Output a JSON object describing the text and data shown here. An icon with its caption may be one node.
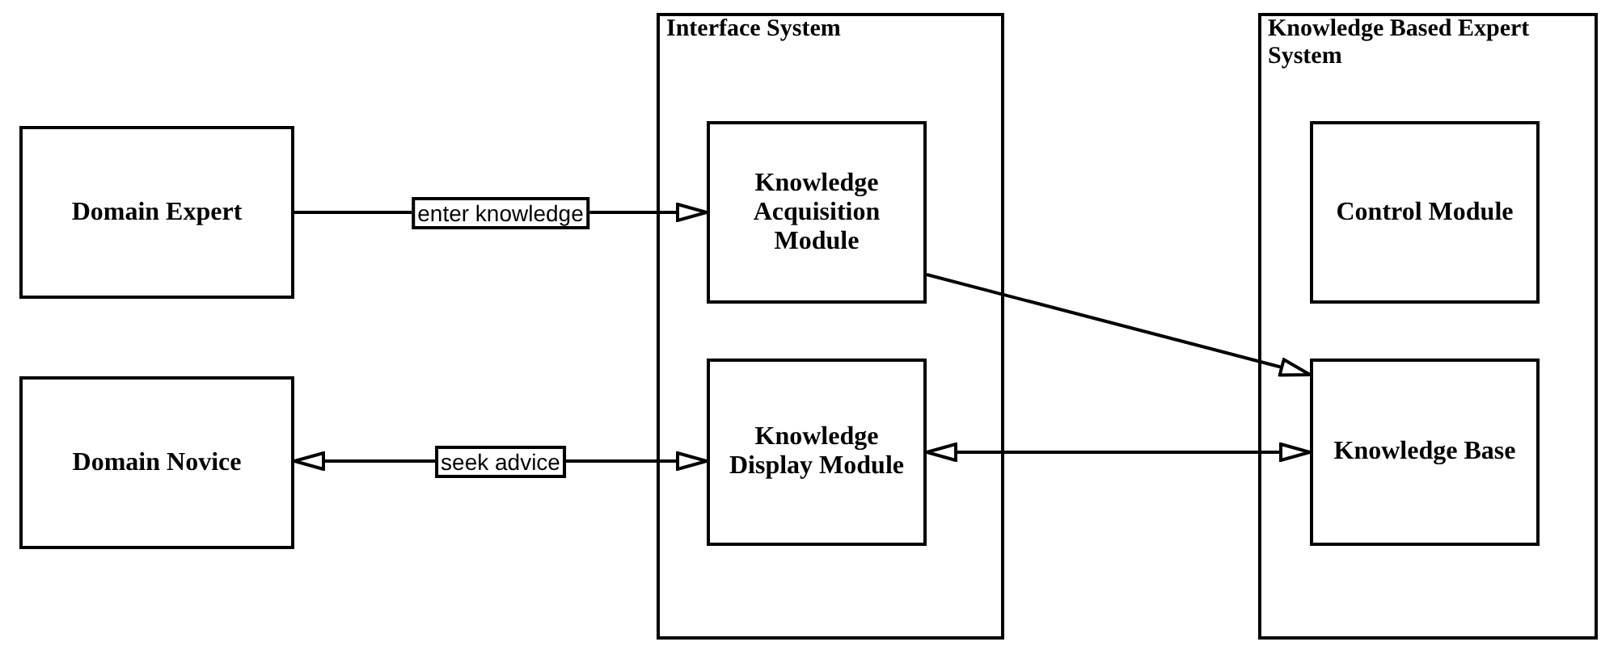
{
  "diagram": {
    "nodes": [
      {
        "text": [
          "Domain Expert"
        ]
      },
      {
        "text": [
          "Domain Novice"
        ]
      },
      {
        "text": [
          "Interface System"
        ]
      },
      {
        "text": [
          "Knowledge Acquisition Module"
        ],
        "in": 2
      },
      {
        "text": [
          "Knowledge Display Module"
        ],
        "in": 2
      },
      {
        "text": [
          "Knowledge Based Expert System"
        ]
      },
      {
        "text": [
          "Control Module"
        ],
        "in": 5
      },
      {
        "text": [
          "Knowledge Base"
        ],
        "in": 5
      }
    ],
    "edges": [
      {
        "from": 0,
        "to": 3,
        "arrow": "to",
        "label": "enter knowledge"
      },
      {
        "from": 4,
        "to": 1,
        "arrow": "both",
        "label": "seek advice"
      },
      {
        "from": 3,
        "to": 7,
        "arrow": "to"
      },
      {
        "from": 4,
        "to": 7,
        "arrow": "both"
      }
    ]
  }
}
